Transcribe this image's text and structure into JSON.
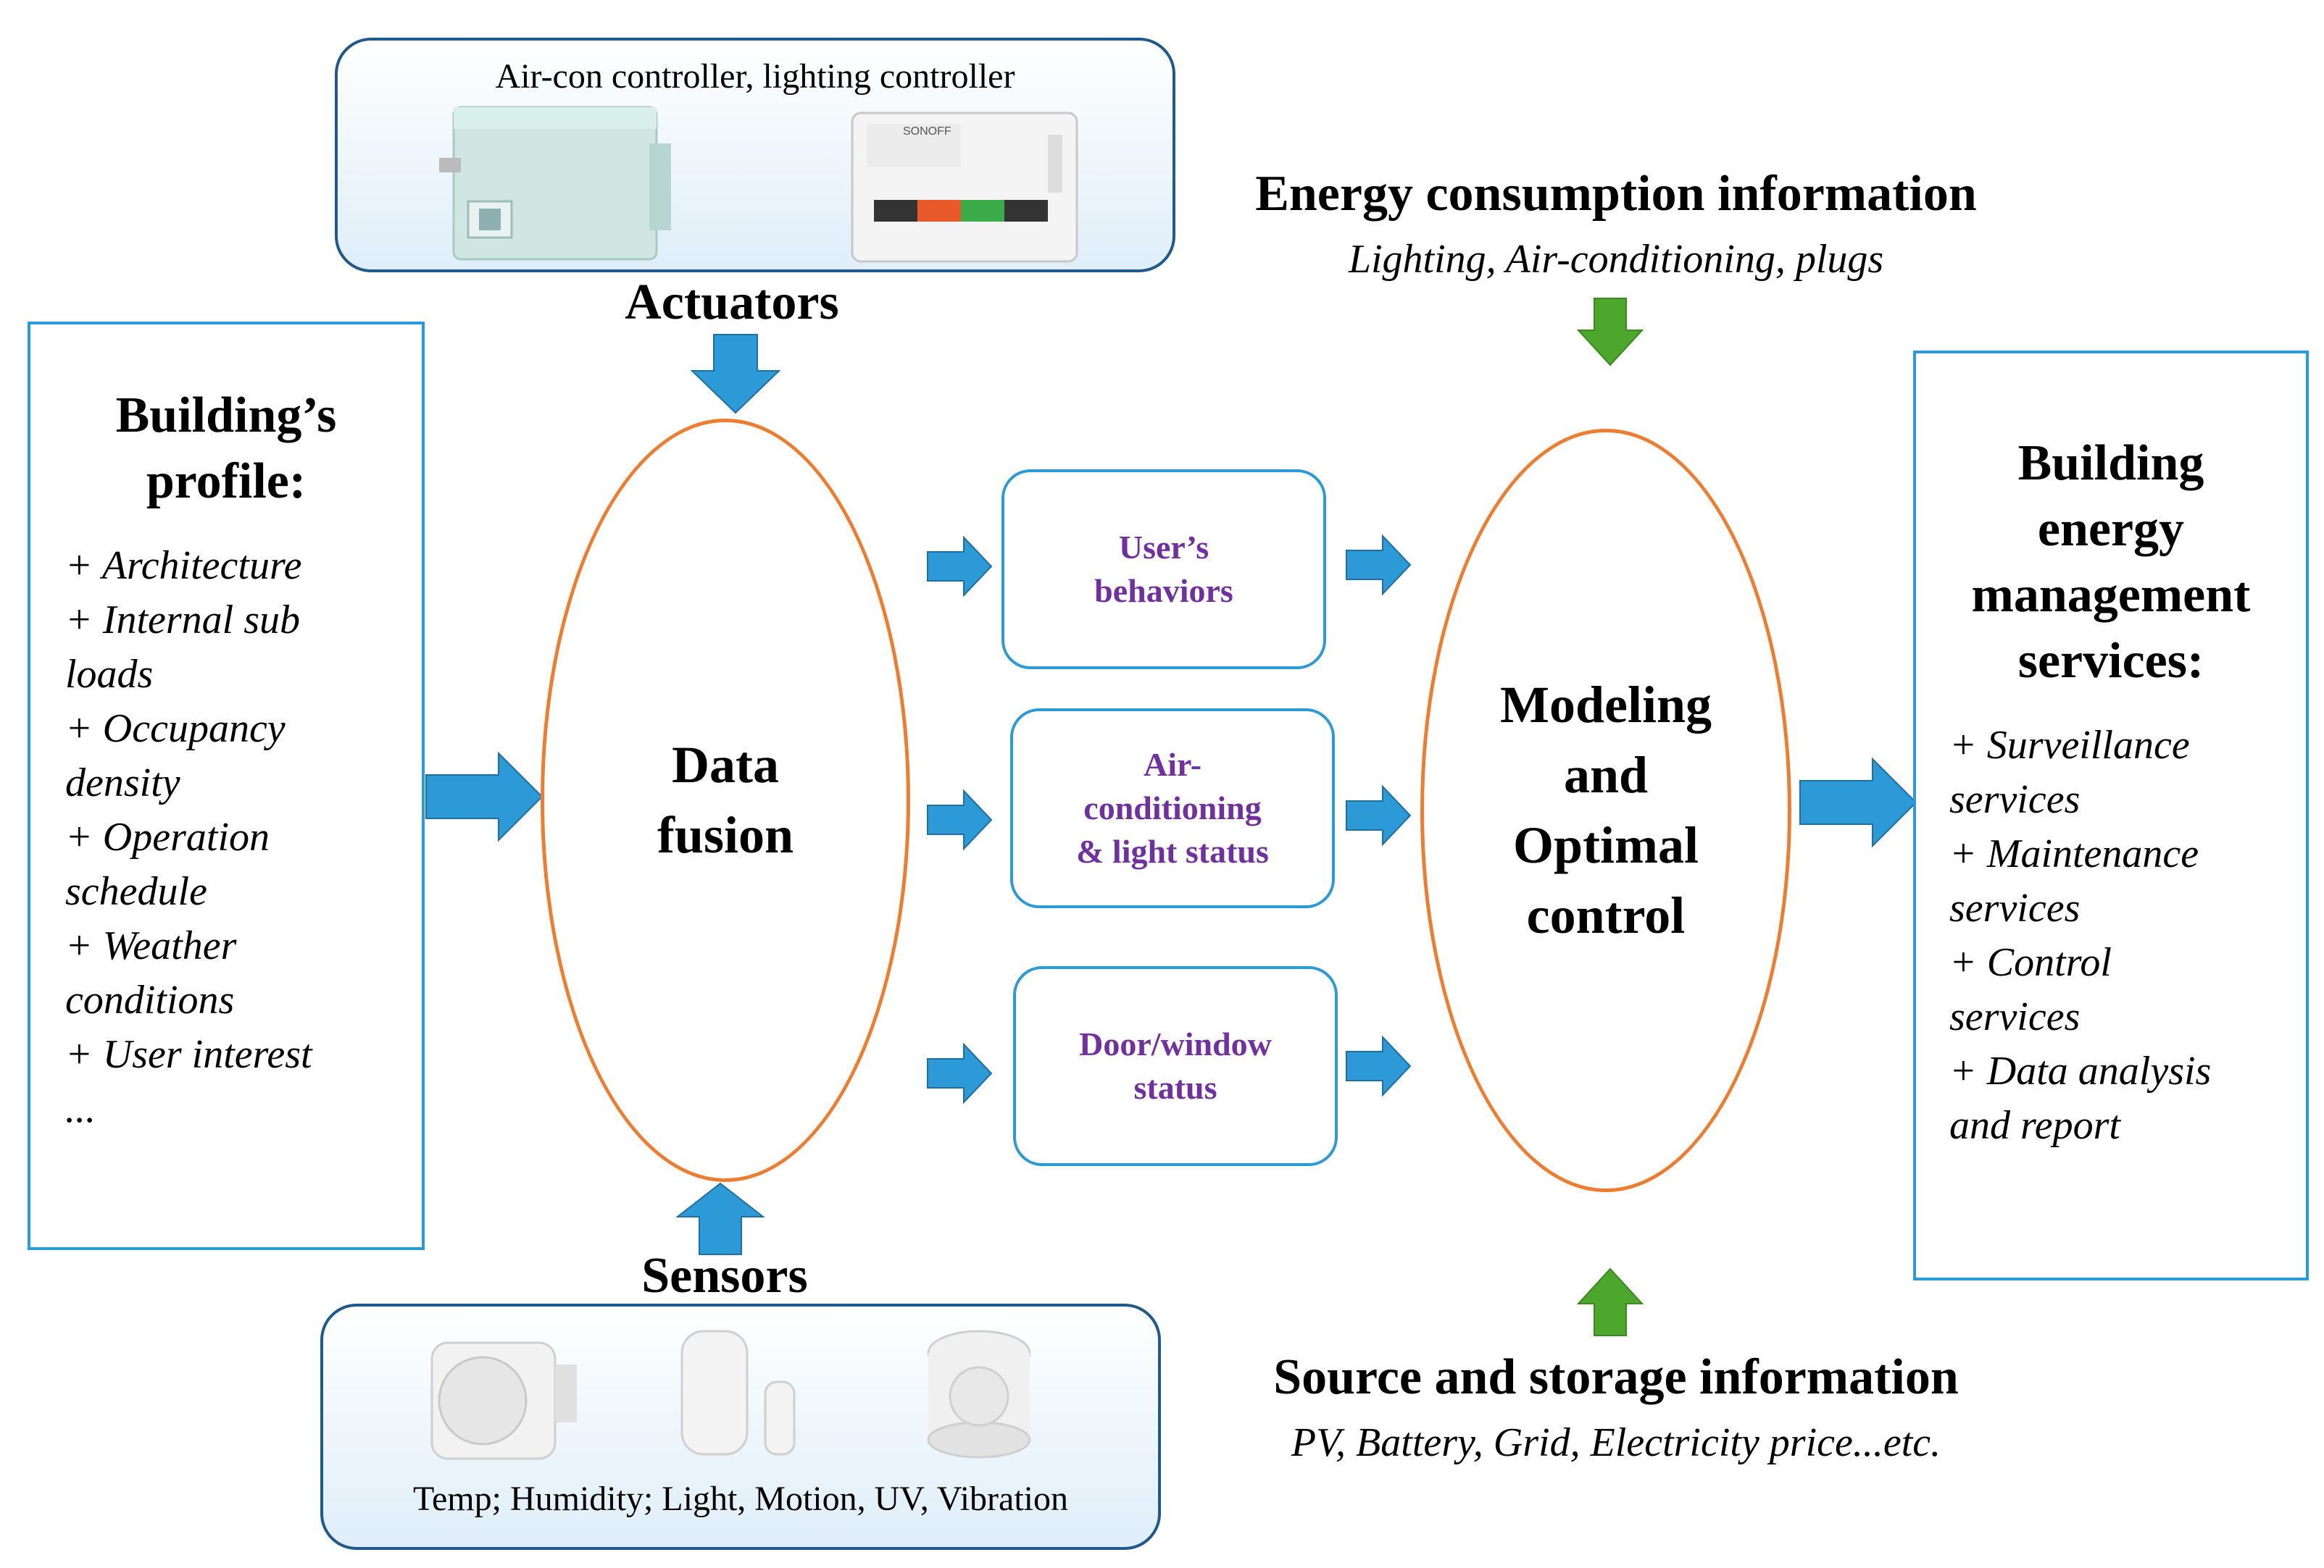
{
  "actuators": {
    "box_caption": "Air-con controller, lighting controller",
    "label": "Actuators",
    "device_text": "SONOFF"
  },
  "sensors": {
    "label": "Sensors",
    "box_caption": "Temp; Humidity; Light, Motion, UV, Vibration"
  },
  "energy_consumption": {
    "title": "Energy consumption information",
    "subtitle": "Lighting, Air-conditioning, plugs"
  },
  "source_storage": {
    "title": "Source and storage information",
    "subtitle": "PV, Battery, Grid, Electricity price...etc."
  },
  "building_profile": {
    "title_line1": "Building’s",
    "title_line2": "profile:",
    "items": [
      "+ Architecture",
      "+ Internal sub",
      "loads",
      "+ Occupancy",
      "density",
      "+ Operation",
      "schedule",
      "+ Weather",
      "conditions",
      "+ User interest",
      "..."
    ]
  },
  "data_fusion": {
    "line1": "Data",
    "line2": "fusion"
  },
  "middle_boxes": [
    {
      "line1": "User’s",
      "line2": "behaviors",
      "line3": ""
    },
    {
      "line1": "Air-",
      "line2": "conditioning",
      "line3": "& light status"
    },
    {
      "line1": "Door/window",
      "line2": "status",
      "line3": ""
    }
  ],
  "modeling": {
    "line1": "Modeling",
    "line2": "and",
    "line3": "Optimal",
    "line4": "control"
  },
  "services": {
    "title_line1": "Building",
    "title_line2": "energy",
    "title_line3": "management",
    "title_line4": "services:",
    "items": [
      "+ Surveillance",
      "services",
      "+ Maintenance",
      "services",
      "+ Control",
      "services",
      "+ Data analysis",
      "and report"
    ]
  },
  "colors": {
    "blue_arrow": "#2b9ad6",
    "green_arrow": "#4ca72c",
    "ellipse_border": "#ed7d31",
    "status_text": "#7030a0",
    "box_border": "#2b9ad6"
  }
}
